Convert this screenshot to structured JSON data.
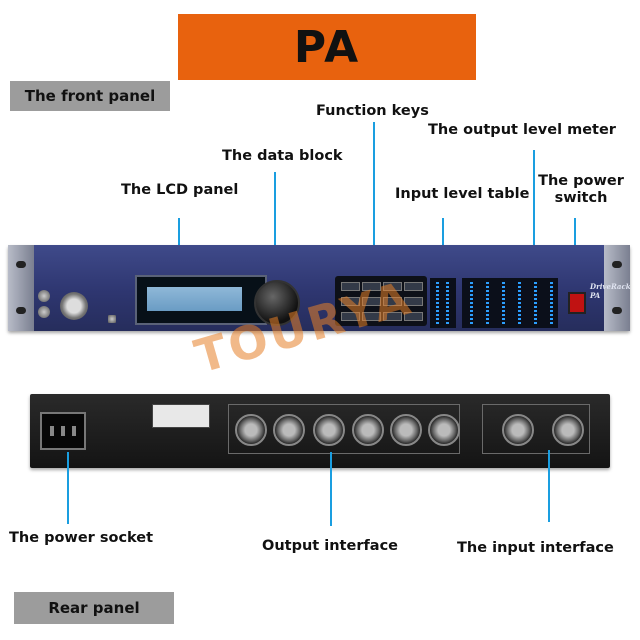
{
  "banner": {
    "title": "PA"
  },
  "sections": {
    "front": "The front panel",
    "rear": "Rear panel"
  },
  "callouts": {
    "function_keys": "Function keys",
    "output_meter": "The output level meter",
    "data_block": "The data block",
    "power_switch": "The power\nswitch",
    "lcd_panel": "The LCD panel",
    "input_table": "Input level table",
    "power_socket": "The power socket",
    "output_interface": "Output interface",
    "input_interface": "The input interface"
  },
  "device": {
    "brand": "DriveRack PA",
    "watermark": "TOURYA"
  },
  "colors": {
    "banner": "#e8620e",
    "leader": "#1a9ee0",
    "tag": "#9c9c9c",
    "front_panel": "#2e3670",
    "rear_panel": "#1c1c1c"
  }
}
